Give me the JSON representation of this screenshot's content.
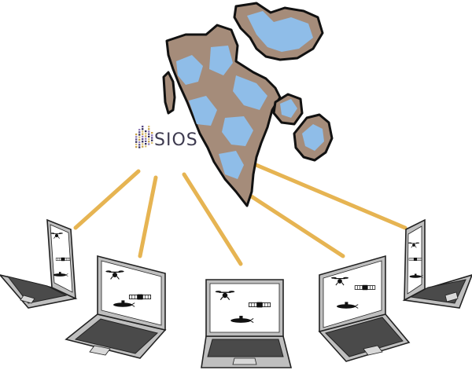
{
  "logo": {
    "text": "SIOS",
    "text_color": "#3d3a4f",
    "mark_colors": [
      "#c8a24a",
      "#8f7ab8",
      "#5a4a8a",
      "#2f2a55",
      "#d9c27a"
    ]
  },
  "map": {
    "land_color": "#a58c7a",
    "ice_color": "#8fbde8",
    "outline_color": "#111111"
  },
  "connections": {
    "line_color": "#e6b452",
    "count": 5
  },
  "laptops": {
    "count": 5,
    "body_color": "#bfbfbf",
    "keyboard_color": "#4a4a4a",
    "screen_color": "#ffffff",
    "screen_icons": [
      "drone-icon",
      "satellite-icon",
      "submarine-icon"
    ]
  }
}
